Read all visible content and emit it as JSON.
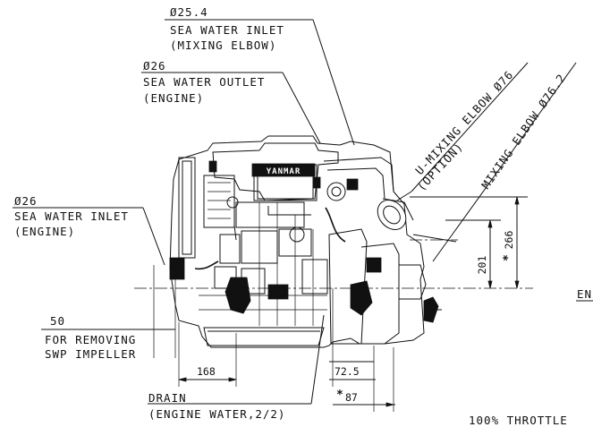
{
  "labels": {
    "sea_water_inlet_mixing_elbow": {
      "size": "Ø25.4",
      "line1": "SEA WATER INLET",
      "line2": "(MIXING ELBOW)"
    },
    "sea_water_outlet_engine": {
      "size": "Ø26",
      "line1": "SEA WATER OUTLET",
      "line2": "(ENGINE)"
    },
    "sea_water_inlet_engine": {
      "size": "Ø26",
      "line1": "SEA WATER INLET",
      "line2": "(ENGINE)"
    },
    "u_mixing_elbow": {
      "line1": "U-MIXING ELBOW Ø76",
      "line2": "(OPTION)"
    },
    "mixing_elbow": {
      "line1": "MIXING ELBOW Ø76.2"
    },
    "swp_impeller": {
      "value": "50",
      "line1": "FOR REMOVING",
      "line2": "SWP IMPELLER"
    },
    "drain": {
      "line1": "DRAIN",
      "line2": "(ENGINE WATER,2/2)"
    },
    "throttle": "100% THROTTLE",
    "edge_fragment": "EN",
    "logo": "YANMAR"
  },
  "dimensions": {
    "d168": "168",
    "d72_5": "72.5",
    "d87": "87",
    "d201": "201",
    "d266": "266",
    "star_mark": "*"
  }
}
